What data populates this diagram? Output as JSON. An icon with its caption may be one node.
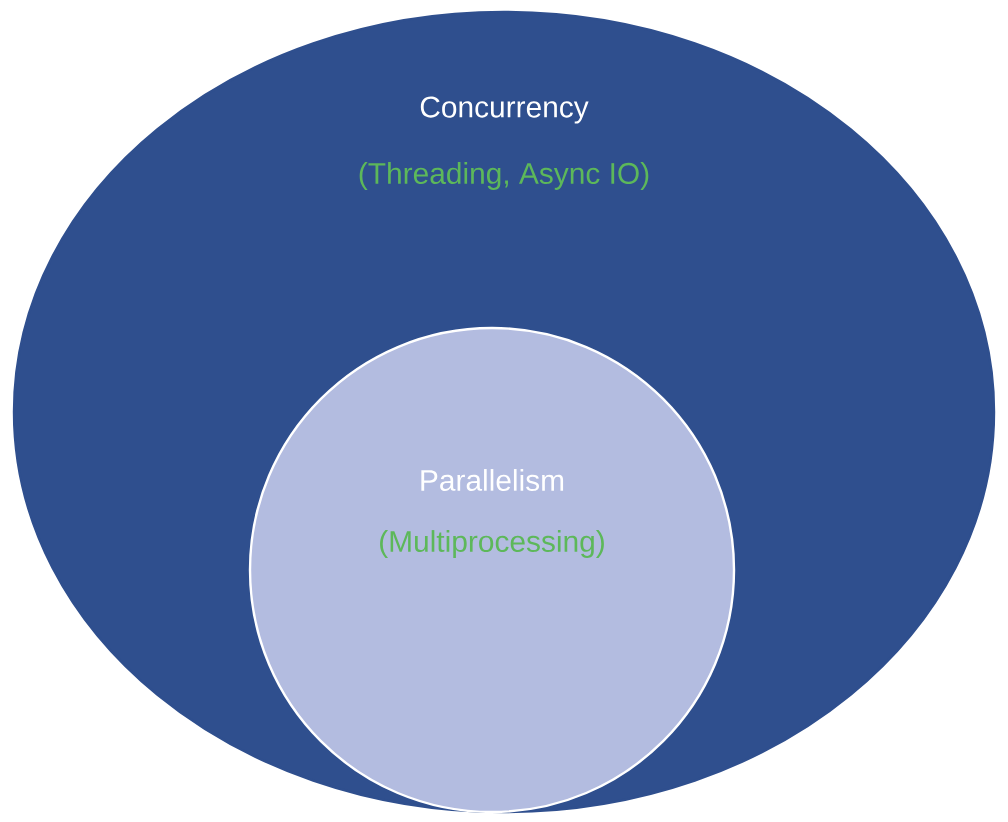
{
  "diagram": {
    "nodes": [
      {
        "text": [
          "Concurrency",
          "(Threading, Async IO)"
        ]
      },
      {
        "text": [
          "Parallelism",
          "(Multiprocessing)"
        ],
        "in": 0
      }
    ]
  }
}
